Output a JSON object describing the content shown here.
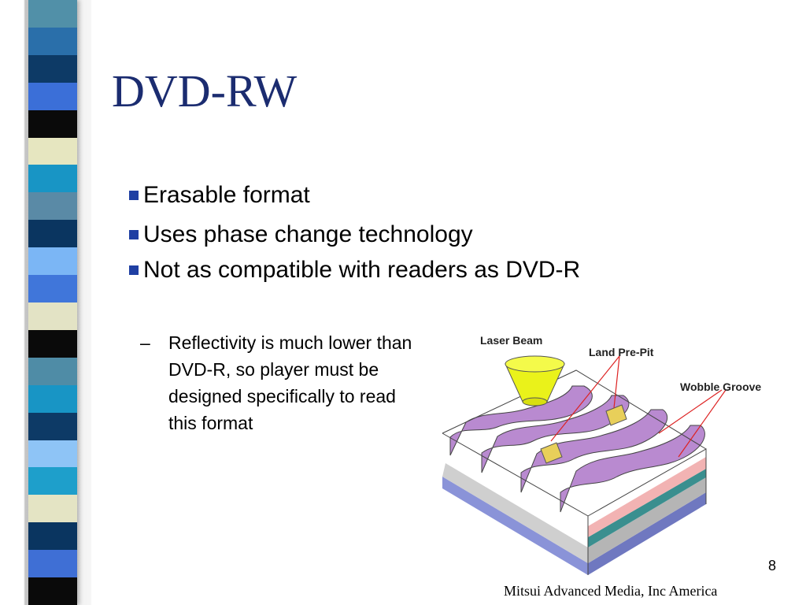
{
  "slide": {
    "title": "DVD-RW",
    "bullets": [
      "Erasable format",
      "Uses phase change technology",
      "Not as compatible with readers as DVD-R"
    ],
    "sub_bullet": {
      "dash": "–",
      "text": "Reflectivity is much lower than DVD-R, so player must be designed specifically to read this format"
    },
    "page_number": "8",
    "footer": "Mitsui Advanced Media, Inc America"
  },
  "diagram": {
    "labels": {
      "laser_beam": "Laser Beam",
      "land_pre_pit": "Land Pre-Pit",
      "wobble_groove": "Wobble Groove"
    }
  },
  "colors": {
    "title": "#1b2c70",
    "bullet_marker": "#1f3fa3",
    "stripes": [
      "#5190a8",
      "#2a6faa",
      "#0d3a66",
      "#3b6fd8",
      "#0a0a0a",
      "#e6e6c0",
      "#1895c5",
      "#5a8aa6",
      "#0a3560",
      "#7bb6f5",
      "#4076da",
      "#e3e3c5",
      "#0a0a0a",
      "#4f8ca6",
      "#1895c5",
      "#0d3a66",
      "#8ec4f6",
      "#1e9fcb",
      "#e4e4c4",
      "#0a3560",
      "#3f6fd5",
      "#0a0a0a"
    ]
  }
}
